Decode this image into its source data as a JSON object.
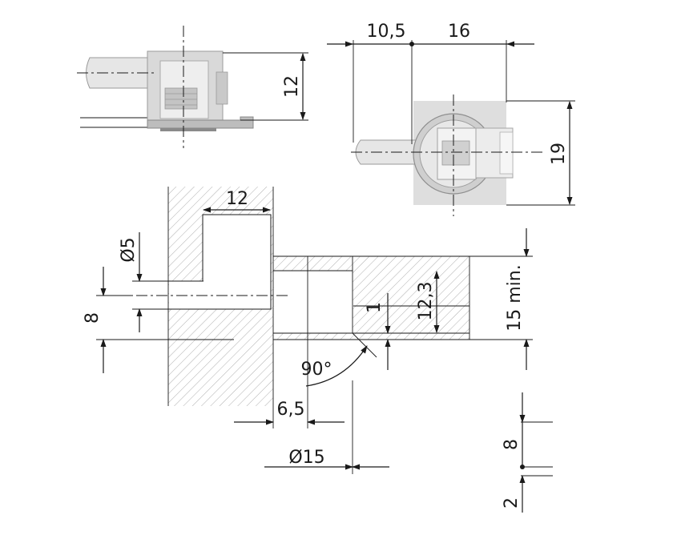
{
  "dimensions": {
    "side_height": "12",
    "top_offset": "10,5",
    "top_length": "16",
    "top_height": "19",
    "bore_depth": "12",
    "pin_diameter": "Ø5",
    "pin_offset": "8",
    "gap": "1",
    "housing_depth": "12,3",
    "panel_thickness": "15 min.",
    "angle": "90°",
    "edge_distance": "6,5",
    "hole_diameter": "Ø15",
    "lower_8": "8",
    "lower_2": "2"
  },
  "colors": {
    "line": "#1a1a1a",
    "hatch": "#8a8a8a",
    "part_fill": "#d9d9d9",
    "part_dark": "#a8a8a8"
  }
}
